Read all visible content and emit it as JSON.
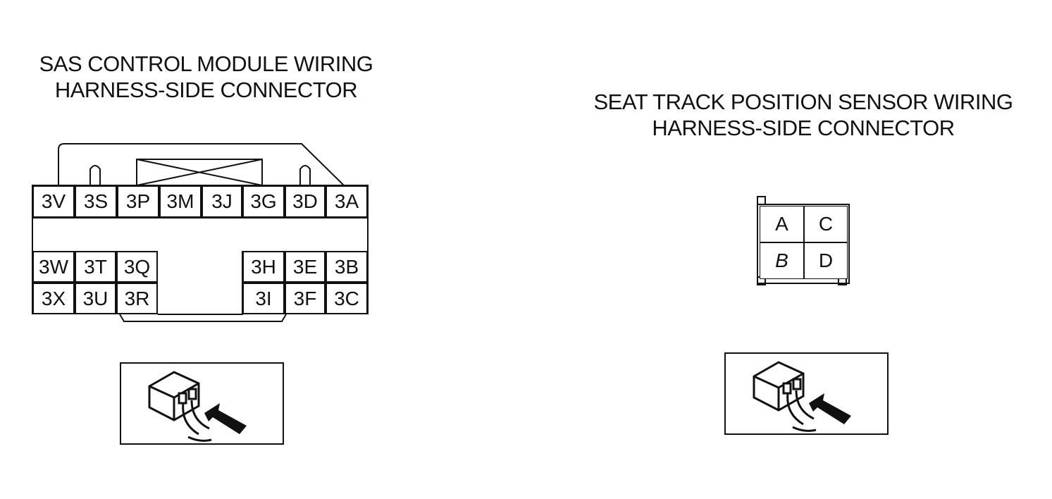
{
  "left_connector": {
    "title_line1": "SAS CONTROL MODULE WIRING",
    "title_line2": "HARNESS-SIDE CONNECTOR",
    "top_row": [
      "3V",
      "3S",
      "3P",
      "3M",
      "3J",
      "3G",
      "3D",
      "3A"
    ],
    "left_block_row1": [
      "3W",
      "3T",
      "3Q"
    ],
    "left_block_row2": [
      "3X",
      "3U",
      "3R"
    ],
    "right_block_row1": [
      "3H",
      "3E",
      "3B"
    ],
    "right_block_row2": [
      "3I",
      "3F",
      "3C"
    ]
  },
  "right_connector": {
    "title_line1": "SEAT TRACK POSITION SENSOR WIRING",
    "title_line2": "HARNESS-SIDE CONNECTOR",
    "pins": [
      "A",
      "C",
      "B",
      "D"
    ]
  },
  "icons": {
    "left": "harness-side-connector-probe-icon",
    "right": "harness-side-connector-probe-icon"
  }
}
